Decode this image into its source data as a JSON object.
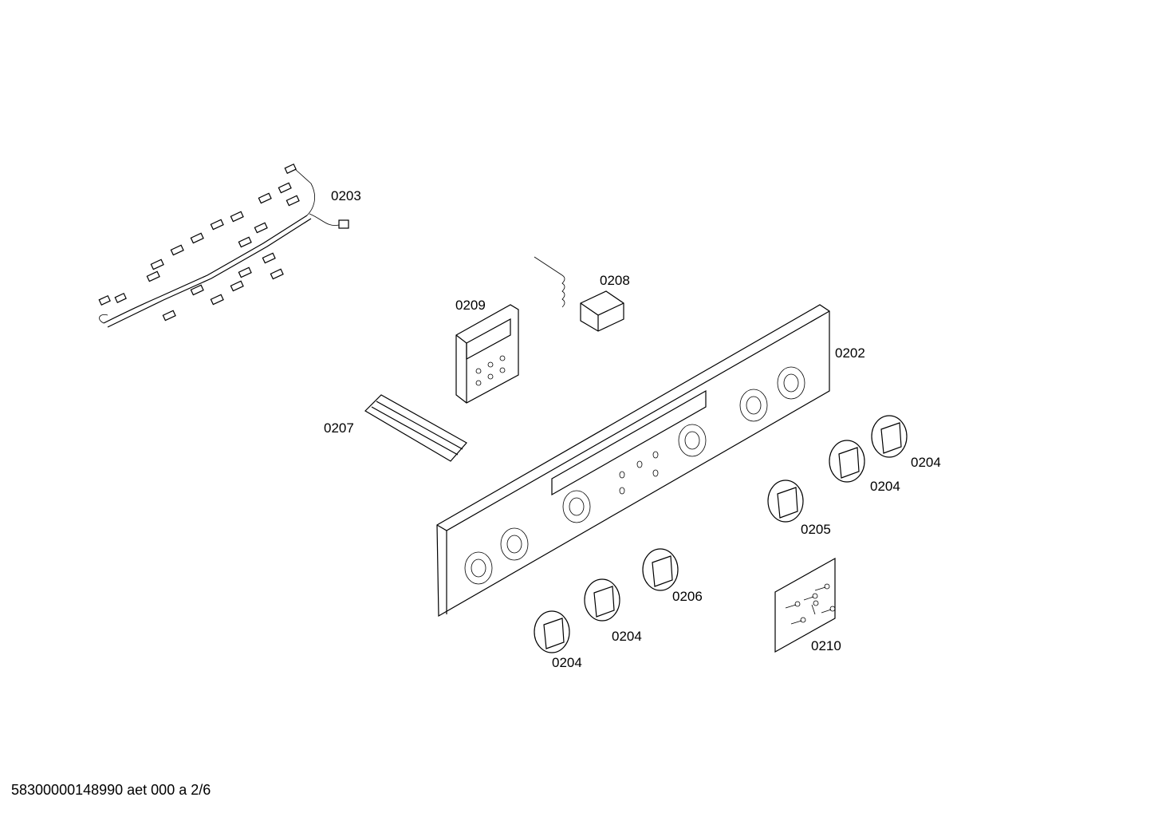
{
  "labels": {
    "p0202": "0202",
    "p0203": "0203",
    "p0204a": "0204",
    "p0204b": "0204",
    "p0204c": "0204",
    "p0204d": "0204",
    "p0205": "0205",
    "p0206": "0206",
    "p0207": "0207",
    "p0208": "0208",
    "p0209": "0209",
    "p0210": "0210"
  },
  "footer": "58300000148990 aet 000 a 2/6"
}
